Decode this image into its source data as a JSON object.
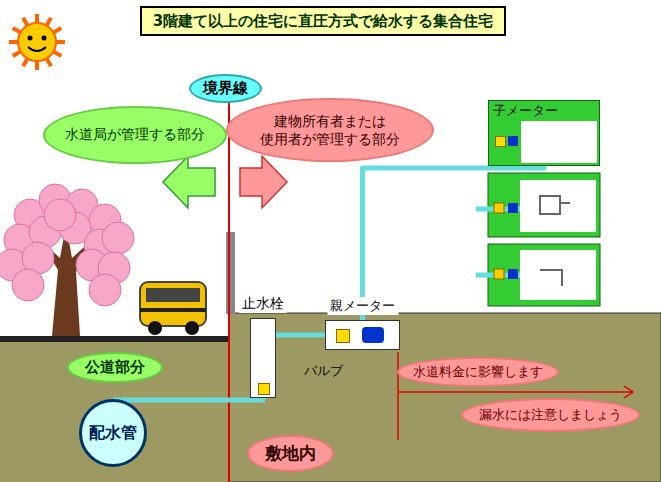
{
  "diagram": {
    "title": "3階建て以上の住宅に直圧方式で給水する集合住宅",
    "nodes": [
      {
        "text": [
          "境界線"
        ]
      },
      {
        "text": [
          "水道局が管理する部分"
        ]
      },
      {
        "text": [
          "建物所有者または 使用者が管理する部分"
        ]
      },
      {
        "text": [
          "公道部分"
        ]
      },
      {
        "text": [
          "配水管"
        ]
      },
      {
        "text": [
          "止水栓"
        ]
      },
      {
        "text": [
          "親メーター"
        ]
      },
      {
        "text": [
          "子メーター"
        ]
      },
      {
        "text": [
          "水道料金に影響します"
        ]
      },
      {
        "text": [
          "漏水には注意しましょう"
        ]
      },
      {
        "text": [
          "敷地内"
        ]
      }
    ],
    "edges": [
      {
        "from": 4,
        "to": 5,
        "arrow": "none"
      },
      {
        "from": 5,
        "to": 6,
        "arrow": "none"
      },
      {
        "from": 6,
        "to": 7,
        "arrow": "none"
      }
    ],
    "labels": [
      "バルブ"
    ]
  }
}
